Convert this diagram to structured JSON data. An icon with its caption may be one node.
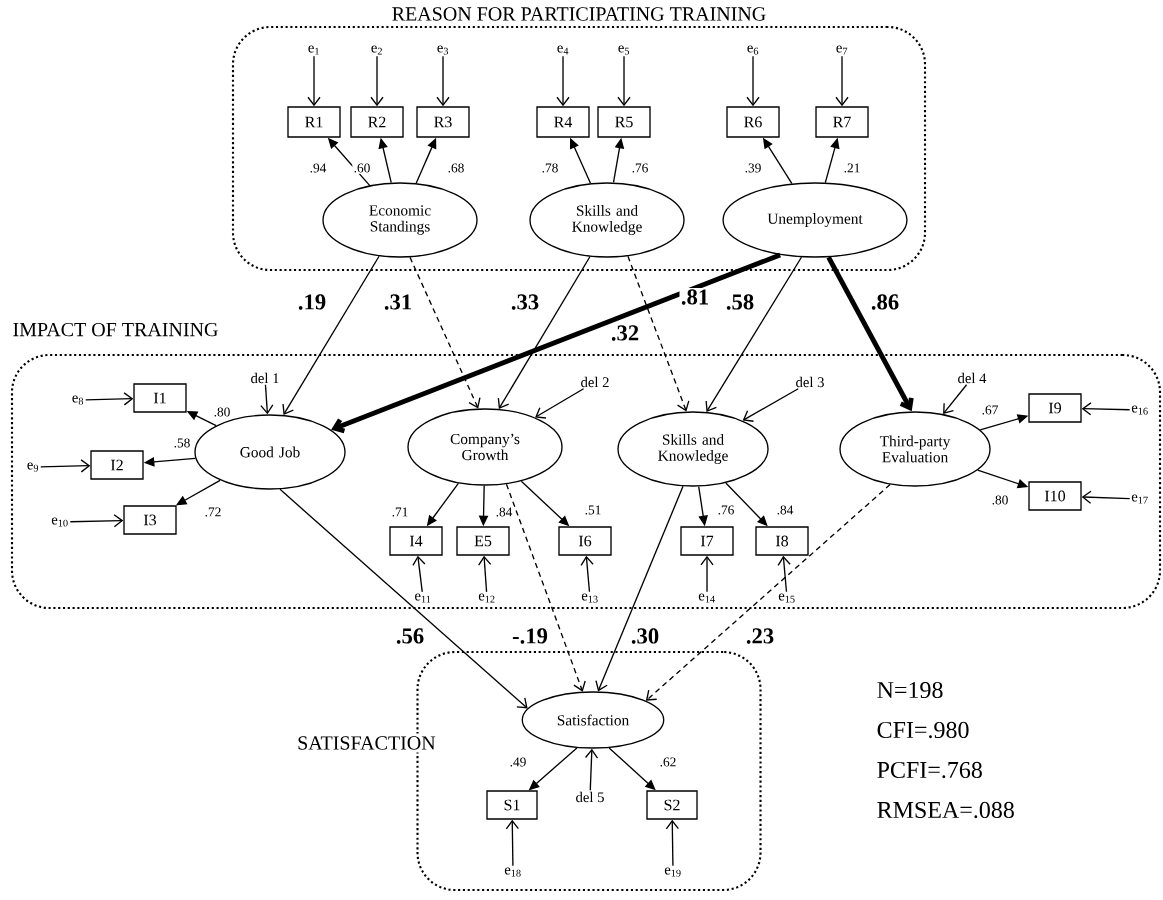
{
  "diagram": {
    "nodes": [
      {
        "text": [
          "REASON FOR PARTICIPATING TRAINING"
        ]
      },
      {
        "text": [
          "Economic Standings"
        ],
        "in": 0
      },
      {
        "text": [
          "Skills and Knowledge"
        ],
        "in": 0
      },
      {
        "text": [
          "Unemployment"
        ],
        "in": 0
      },
      {
        "text": [
          "R1"
        ],
        "in": 0
      },
      {
        "text": [
          "R2"
        ],
        "in": 0
      },
      {
        "text": [
          "R3"
        ],
        "in": 0
      },
      {
        "text": [
          "R4"
        ],
        "in": 0
      },
      {
        "text": [
          "R5"
        ],
        "in": 0
      },
      {
        "text": [
          "R6"
        ],
        "in": 0
      },
      {
        "text": [
          "R7"
        ],
        "in": 0
      },
      {
        "text": [
          "e$_{1}$"
        ],
        "in": 0
      },
      {
        "text": [
          "e$_{2}$"
        ],
        "in": 0
      },
      {
        "text": [
          "e$_{3}$"
        ],
        "in": 0
      },
      {
        "text": [
          "e$_{4}$"
        ],
        "in": 0
      },
      {
        "text": [
          "e$_{5}$"
        ],
        "in": 0
      },
      {
        "text": [
          "e$_{6}$"
        ],
        "in": 0
      },
      {
        "text": [
          "e$_{7}$"
        ],
        "in": 0
      },
      {
        "text": [
          "IMPACT OF TRAINING"
        ]
      },
      {
        "text": [
          "Good Job"
        ],
        "in": 18
      },
      {
        "text": [
          "Company’s Growth"
        ],
        "in": 18
      },
      {
        "text": [
          "Skills and Knowledge"
        ],
        "in": 18
      },
      {
        "text": [
          "Third-party Evaluation"
        ],
        "in": 18
      },
      {
        "text": [
          "del 1"
        ],
        "in": 18
      },
      {
        "text": [
          "del 2"
        ],
        "in": 18
      },
      {
        "text": [
          "del 3"
        ],
        "in": 18
      },
      {
        "text": [
          "del 4"
        ],
        "in": 18
      },
      {
        "text": [
          "I1"
        ],
        "in": 18
      },
      {
        "text": [
          "I2"
        ],
        "in": 18
      },
      {
        "text": [
          "I3"
        ],
        "in": 18
      },
      {
        "text": [
          "I4"
        ],
        "in": 18
      },
      {
        "text": [
          "E5"
        ],
        "in": 18
      },
      {
        "text": [
          "I6"
        ],
        "in": 18
      },
      {
        "text": [
          "I7"
        ],
        "in": 18
      },
      {
        "text": [
          "I8"
        ],
        "in": 18
      },
      {
        "text": [
          "I9"
        ],
        "in": 18
      },
      {
        "text": [
          "I10"
        ],
        "in": 18
      },
      {
        "text": [
          "e$_{8}$"
        ],
        "in": 18
      },
      {
        "text": [
          "e$_{9}$"
        ],
        "in": 18
      },
      {
        "text": [
          "e$_{10}$"
        ],
        "in": 18
      },
      {
        "text": [
          "e$_{11}$"
        ],
        "in": 18
      },
      {
        "text": [
          "e$_{12}$"
        ],
        "in": 18
      },
      {
        "text": [
          "e$_{13}$"
        ],
        "in": 18
      },
      {
        "text": [
          "e$_{14}$"
        ],
        "in": 18
      },
      {
        "text": [
          "e$_{15}$"
        ],
        "in": 18
      },
      {
        "text": [
          "e$_{16}$"
        ],
        "in": 18
      },
      {
        "text": [
          "e$_{17}$"
        ],
        "in": 18
      },
      {
        "text": [
          "SATISFACTION"
        ]
      },
      {
        "text": [
          "Satisfaction"
        ],
        "in": 47
      },
      {
        "text": [
          "del 5"
        ],
        "in": 47
      },
      {
        "text": [
          "S1"
        ],
        "in": 47
      },
      {
        "text": [
          "S2"
        ],
        "in": 47
      },
      {
        "text": [
          "e$_{18}$"
        ],
        "in": 47
      },
      {
        "text": [
          "e$_{19}$"
        ],
        "in": 47
      }
    ],
    "edges": [
      {
        "from": 11,
        "to": 4,
        "arrow": "to"
      },
      {
        "from": 12,
        "to": 5,
        "arrow": "to"
      },
      {
        "from": 13,
        "to": 6,
        "arrow": "to"
      },
      {
        "from": 14,
        "to": 7,
        "arrow": "to"
      },
      {
        "from": 15,
        "to": 8,
        "arrow": "to"
      },
      {
        "from": 16,
        "to": 9,
        "arrow": "to"
      },
      {
        "from": 17,
        "to": 10,
        "arrow": "to"
      },
      {
        "from": 1,
        "to": 4,
        "arrow": "to",
        "label": ".94"
      },
      {
        "from": 1,
        "to": 5,
        "arrow": "to",
        "label": ".60"
      },
      {
        "from": 1,
        "to": 6,
        "arrow": "to",
        "label": ".68"
      },
      {
        "from": 2,
        "to": 7,
        "arrow": "to",
        "label": ".78"
      },
      {
        "from": 2,
        "to": 8,
        "arrow": "to",
        "label": ".76"
      },
      {
        "from": 3,
        "to": 9,
        "arrow": "to",
        "label": ".39"
      },
      {
        "from": 3,
        "to": 10,
        "arrow": "to",
        "label": ".21"
      },
      {
        "from": 1,
        "to": 19,
        "arrow": "to",
        "label": ".19"
      },
      {
        "from": 1,
        "to": 20,
        "arrow": "to",
        "label": ".31",
        "style": "dashed"
      },
      {
        "from": 2,
        "to": 20,
        "arrow": "to",
        "label": ".33"
      },
      {
        "from": 2,
        "to": 21,
        "arrow": "to",
        "label": ".32",
        "style": "dashed"
      },
      {
        "from": 3,
        "to": 19,
        "arrow": "to",
        "label": ".81",
        "style": "thick"
      },
      {
        "from": 3,
        "to": 21,
        "arrow": "to",
        "label": ".58"
      },
      {
        "from": 3,
        "to": 22,
        "arrow": "to",
        "label": ".86",
        "style": "thick"
      },
      {
        "from": 23,
        "to": 19,
        "arrow": "to"
      },
      {
        "from": 24,
        "to": 20,
        "arrow": "to"
      },
      {
        "from": 25,
        "to": 21,
        "arrow": "to"
      },
      {
        "from": 26,
        "to": 22,
        "arrow": "to"
      },
      {
        "from": 19,
        "to": 27,
        "arrow": "to",
        "label": ".80"
      },
      {
        "from": 19,
        "to": 28,
        "arrow": "to",
        "label": ".58"
      },
      {
        "from": 19,
        "to": 29,
        "arrow": "to",
        "label": ".72"
      },
      {
        "from": 20,
        "to": 30,
        "arrow": "to",
        "label": ".71"
      },
      {
        "from": 20,
        "to": 31,
        "arrow": "to",
        "label": ".84"
      },
      {
        "from": 20,
        "to": 32,
        "arrow": "to",
        "label": ".51"
      },
      {
        "from": 21,
        "to": 33,
        "arrow": "to",
        "label": ".76"
      },
      {
        "from": 21,
        "to": 34,
        "arrow": "to",
        "label": ".84"
      },
      {
        "from": 22,
        "to": 35,
        "arrow": "to",
        "label": ".67"
      },
      {
        "from": 22,
        "to": 36,
        "arrow": "to",
        "label": ".80"
      },
      {
        "from": 37,
        "to": 27,
        "arrow": "to"
      },
      {
        "from": 38,
        "to": 28,
        "arrow": "to"
      },
      {
        "from": 39,
        "to": 29,
        "arrow": "to"
      },
      {
        "from": 40,
        "to": 30,
        "arrow": "to"
      },
      {
        "from": 41,
        "to": 31,
        "arrow": "to"
      },
      {
        "from": 42,
        "to": 32,
        "arrow": "to"
      },
      {
        "from": 43,
        "to": 33,
        "arrow": "to"
      },
      {
        "from": 44,
        "to": 34,
        "arrow": "to"
      },
      {
        "from": 45,
        "to": 35,
        "arrow": "to"
      },
      {
        "from": 46,
        "to": 36,
        "arrow": "to"
      },
      {
        "from": 19,
        "to": 48,
        "arrow": "to",
        "label": ".56"
      },
      {
        "from": 20,
        "to": 48,
        "arrow": "to",
        "label": "-.19",
        "style": "dashed"
      },
      {
        "from": 21,
        "to": 48,
        "arrow": "to",
        "label": ".30"
      },
      {
        "from": 22,
        "to": 48,
        "arrow": "to",
        "label": ".23",
        "style": "dashed"
      },
      {
        "from": 49,
        "to": 48,
        "arrow": "to"
      },
      {
        "from": 48,
        "to": 50,
        "arrow": "to",
        "label": ".49"
      },
      {
        "from": 48,
        "to": 51,
        "arrow": "to",
        "label": ".62"
      },
      {
        "from": 52,
        "to": 50,
        "arrow": "to"
      },
      {
        "from": 53,
        "to": 51,
        "arrow": "to"
      }
    ],
    "labels": [
      "N=198",
      "CFI=.980",
      "PCFI=.768",
      "RMSEA=.088"
    ]
  }
}
